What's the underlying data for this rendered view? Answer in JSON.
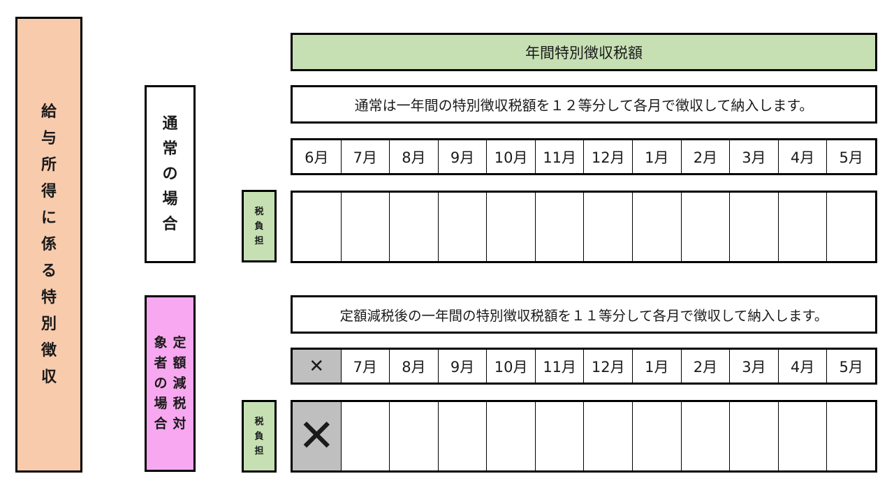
{
  "main_label": [
    "給",
    "与",
    "所",
    "得",
    "に",
    "係",
    "る",
    "特",
    "別",
    "徴",
    "収"
  ],
  "normal_label": [
    "通",
    "常",
    "の",
    "場",
    "合"
  ],
  "reduction_label": {
    "right_column": [
      "定",
      "額",
      "減",
      "税",
      "対"
    ],
    "left_column": [
      "象",
      "者",
      "の",
      "場",
      "合"
    ]
  },
  "burden_label": [
    "税",
    "負",
    "担"
  ],
  "annual_title": "年間特別徴収税額",
  "normal": {
    "description": "通常は一年間の特別徴収税額を１２等分して各月で徴収して納入します。",
    "months": [
      "6月",
      "7月",
      "8月",
      "9月",
      "10月",
      "11月",
      "12月",
      "1月",
      "2月",
      "3月",
      "4月",
      "5月"
    ]
  },
  "reduction": {
    "description": "定額減税後の一年間の特別徴収税額を１１等分して各月で徴収して納入します。",
    "excluded_mark": "✕",
    "months": [
      "7月",
      "8月",
      "9月",
      "10月",
      "11月",
      "12月",
      "1月",
      "2月",
      "3月",
      "4月",
      "5月"
    ]
  },
  "colors": {
    "main_label_bg": "#f8cbad",
    "title_bg": "#c6e0b4",
    "reduction_label_bg": "#f7a8f0",
    "excluded_bg": "#bfbfbf"
  }
}
